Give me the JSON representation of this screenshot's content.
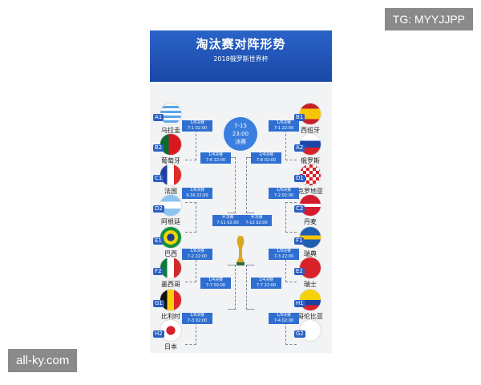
{
  "watermarks": {
    "top_right": "TG: MYYJJPP",
    "bottom_left": "all-ky.com"
  },
  "poster": {
    "title": "淘汰赛对阵形势",
    "subtitle": "2018俄罗斯世界杯",
    "final": {
      "date": "7-15",
      "time": "23:00",
      "label": "决赛"
    },
    "left_teams": [
      {
        "seed": "A1",
        "name": "乌拉圭"
      },
      {
        "seed": "B2",
        "name": "葡萄牙"
      },
      {
        "seed": "C1",
        "name": "法国"
      },
      {
        "seed": "D2",
        "name": "阿根廷"
      },
      {
        "seed": "E1",
        "name": "巴西"
      },
      {
        "seed": "F2",
        "name": "墨西哥"
      },
      {
        "seed": "G1",
        "name": "比利时"
      },
      {
        "seed": "H2",
        "name": "日本"
      }
    ],
    "right_teams": [
      {
        "seed": "B1",
        "name": "西班牙"
      },
      {
        "seed": "A2",
        "name": "俄罗斯"
      },
      {
        "seed": "D1",
        "name": "克罗地亚"
      },
      {
        "seed": "C2",
        "name": "丹麦"
      },
      {
        "seed": "F1",
        "name": "瑞典"
      },
      {
        "seed": "E2",
        "name": "瑞士"
      },
      {
        "seed": "H1",
        "name": "哥伦比亚"
      },
      {
        "seed": "G2",
        "name": ""
      }
    ],
    "matches": {
      "l_r16_1": {
        "round": "1/8决赛",
        "time": "7-1 02:00"
      },
      "l_r16_2": {
        "round": "1/8决赛",
        "time": "6-30 22:00"
      },
      "l_r16_3": {
        "round": "1/8决赛",
        "time": "7-2 22:00"
      },
      "l_r16_4": {
        "round": "1/8决赛",
        "time": "7-3 02:00"
      },
      "r_r16_1": {
        "round": "1/8决赛",
        "time": "7-1 22:00"
      },
      "r_r16_2": {
        "round": "1/8决赛",
        "time": "7-2 02:00"
      },
      "r_r16_3": {
        "round": "1/8决赛",
        "time": "7-3 22:00"
      },
      "r_r16_4": {
        "round": "1/8决赛",
        "time": "7-4 02:00"
      },
      "l_qf_1": {
        "round": "1/4决赛",
        "time": "7-6 22:00"
      },
      "l_qf_2": {
        "round": "1/4决赛",
        "time": "7-7 02:00"
      },
      "r_qf_1": {
        "round": "1/4决赛",
        "time": "7-8 02:00"
      },
      "r_qf_2": {
        "round": "1/4决赛",
        "time": "7-7 22:00"
      },
      "l_sf": {
        "round": "半决赛",
        "time": "7-11 02:00"
      },
      "r_sf": {
        "round": "半决赛",
        "time": "7-12 02:00"
      }
    },
    "colors": {
      "banner": "#1a48a6",
      "match_box": "#2f6fd1",
      "final_circle": "#3a7ee0"
    }
  }
}
